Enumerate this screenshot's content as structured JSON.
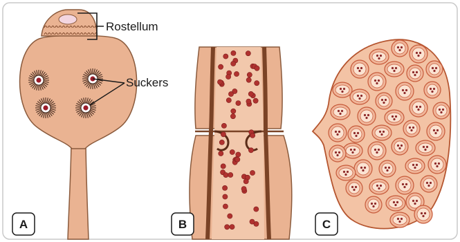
{
  "figure": {
    "colors": {
      "frame": "#c9c9c9",
      "body_fill": "#eab392",
      "body_light": "#f2c8ac",
      "outline": "#8a5a3c",
      "dark_brown": "#7a4326",
      "sucker_center": "#9b1d2a",
      "cell_fill": "#f0b69a",
      "cell_stroke": "#c65a3a",
      "nucleus": "#8e2a2a"
    },
    "panels": [
      {
        "letter": "A",
        "name": "scolex"
      },
      {
        "letter": "B",
        "name": "proglottid-segment"
      },
      {
        "letter": "C",
        "name": "cyst-cross-section"
      }
    ],
    "labels": {
      "rostellum": "Rostellum",
      "suckers": "Suckers"
    }
  }
}
